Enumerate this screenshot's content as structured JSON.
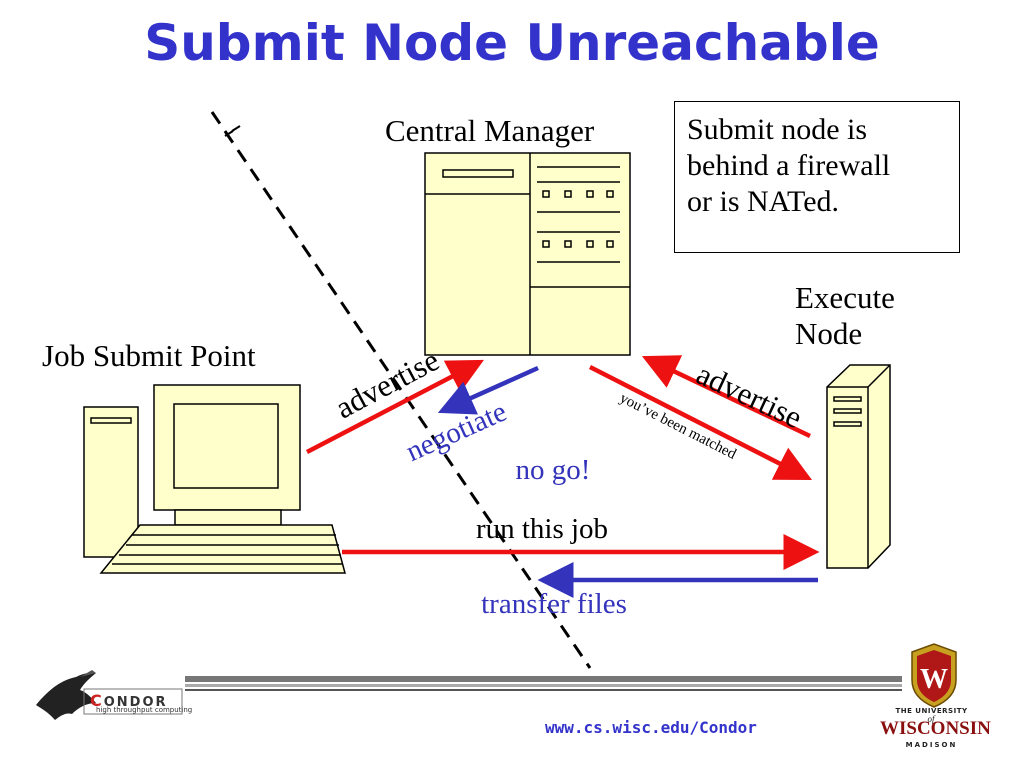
{
  "slide": {
    "title": "Submit Node Unreachable",
    "note_lines": [
      "Submit node is",
      "behind a firewall",
      "or is NATed."
    ],
    "footer_url": "www.cs.wisc.edu/Condor"
  },
  "nodes": {
    "central_manager": "Central Manager",
    "job_submit_point": "Job Submit Point",
    "execute_node_lines": [
      "Execute",
      "Node"
    ]
  },
  "arrows": {
    "advertise_submit": "advertise",
    "negotiate": "negotiate",
    "advertise_execute": "advertise",
    "matched": "you’ve been matched",
    "no_go": "no go!",
    "run_job": "run this job",
    "transfer": "transfer files"
  },
  "logos": {
    "condor_first": "C",
    "condor_rest": "ONDOR",
    "condor_sub": "high throughput computing",
    "wisconsin_the": "THE UNIVERSITY",
    "wisconsin_of": "of",
    "wisconsin_name": "WISCONSIN",
    "wisconsin_sub": "MADISON",
    "crest_letter": "W"
  },
  "colors": {
    "title": "#3333cc",
    "red_arrow": "#ee1111",
    "blue_arrow": "#3333bb",
    "machine_fill": "#ffffcc",
    "footer_bar": "#888888"
  }
}
